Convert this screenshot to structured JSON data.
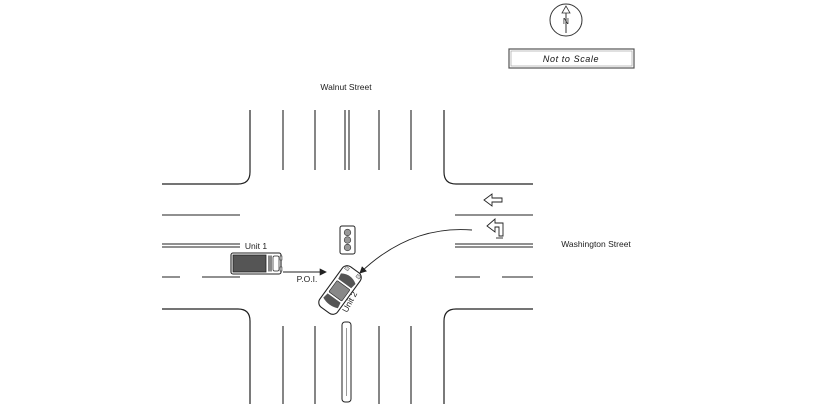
{
  "diagram": {
    "north_label": "N",
    "scale_note": "Not to Scale",
    "streets": {
      "north_south": "Walnut Street",
      "east_west": "Washington Street"
    },
    "vehicles": [
      {
        "label": "Unit 1"
      },
      {
        "label": "Unit 2"
      }
    ],
    "point_of_impact": "P.O.I."
  }
}
